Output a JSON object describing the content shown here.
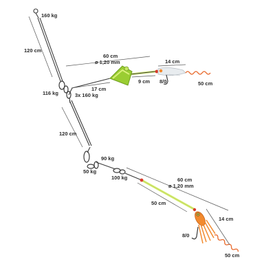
{
  "rig": {
    "labels": {
      "top_swivel_strength": "160 kg",
      "main_line_top_length": "120 cm",
      "upper_swivel_strength": "116 kg",
      "triple_swivel": "3x 160 kg",
      "upper_arm_length": "60 cm",
      "upper_arm_diameter": "ø 1,20 mm",
      "upper_tube_length": "17 cm",
      "upper_lure_link": "9 cm",
      "upper_hook_size": "8/0",
      "upper_lure_length": "14 cm",
      "upper_tail_length": "50 cm",
      "main_line_mid_length": "120 cm",
      "snap_strength_a": "90 kg",
      "snap_strength_b": "50 kg",
      "lower_swivel_strength": "100 kg",
      "lower_arm_length": "60 cm",
      "lower_arm_diameter": "ø 1,20 mm",
      "lower_tube_length": "50 cm",
      "lower_hook_size": "8/0",
      "lower_lure_length": "14 cm",
      "lower_tail_length": "50 cm"
    },
    "colors": {
      "line": "#3a3a3a",
      "tube": "#d9f07a",
      "teaser": "#9acd32",
      "squid_orange": "#f28a2e",
      "white_lure": "#e8ecef",
      "bead_red": "#d93a2a",
      "tail_orange": "#e8682a"
    }
  }
}
